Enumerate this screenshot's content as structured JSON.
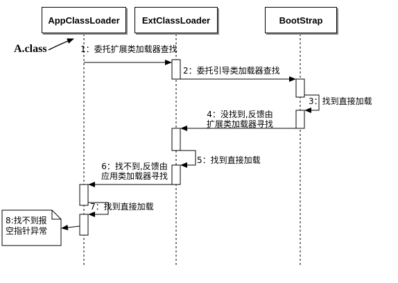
{
  "participants": {
    "app": "AppClassLoader",
    "ext": "ExtClassLoader",
    "boot": "BootStrap"
  },
  "actor": "A.class",
  "messages": {
    "m1": "1：委托扩展类加载器查找",
    "m2": "2：委托引导类加载器查找",
    "m3": "3：找到直接加载",
    "m4_line1": "4：没找到,反馈由",
    "m4_line2": "扩展类加载器寻找",
    "m5": "5：找到直接加载",
    "m6_line1": "6：找不到,反馈由",
    "m6_line2": "应用类加载器寻找",
    "m7": "7：找到直接加载"
  },
  "note": {
    "line1": "8:找不到报",
    "line2": "空指针异常"
  },
  "colors": {
    "line": "#000000",
    "shadow": "#8c8c8c"
  }
}
